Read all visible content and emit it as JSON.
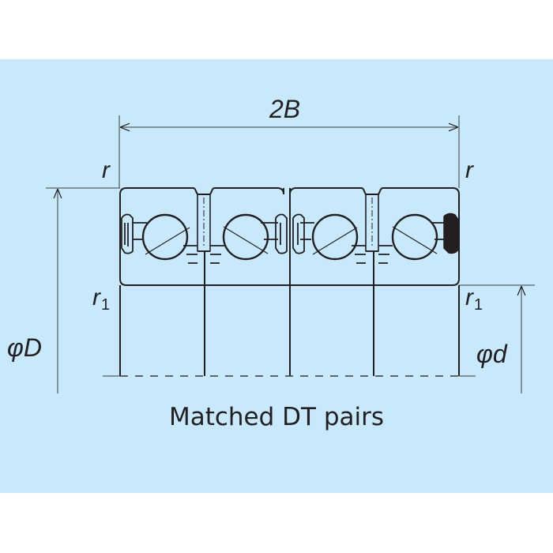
{
  "diagram": {
    "title": "Matched DT pairs",
    "background_color": "#c8e9fb",
    "line_color": "#231f20",
    "dimensions": {
      "width_label": "2B",
      "outer_diameter_label": "φD",
      "bore_diameter_label": "φd",
      "chamfer_top_left": "r",
      "chamfer_top_right": "r",
      "chamfer_bottom_left": "r",
      "chamfer_bottom_right": "r",
      "chamfer_subscript": "1"
    },
    "components": [
      {
        "name": "bearing-1",
        "type": "angular contact ball bearing"
      },
      {
        "name": "bearing-2",
        "type": "angular contact ball bearing"
      },
      {
        "name": "bearing-3",
        "type": "angular contact ball bearing"
      },
      {
        "name": "bearing-4",
        "type": "angular contact ball bearing"
      }
    ]
  }
}
